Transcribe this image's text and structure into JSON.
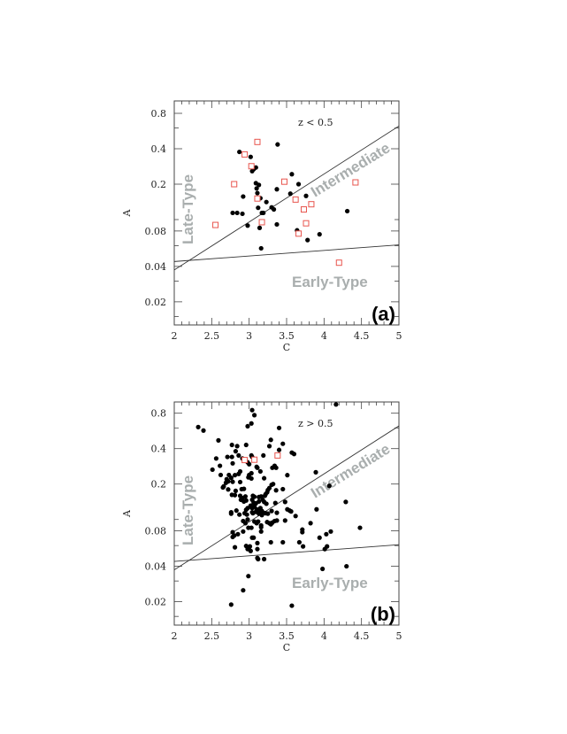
{
  "chart_data": [
    {
      "type": "scatter",
      "panel_label": "(a)",
      "annotation": "z < 0.5",
      "xlabel": "C",
      "ylabel": "A",
      "xlim": [
        2,
        5
      ],
      "ylim_log": [
        0.0125,
        0.95
      ],
      "yscale": "log",
      "xticks": [
        2,
        2.5,
        3,
        3.5,
        4,
        4.5,
        5
      ],
      "xtick_labels": [
        "2",
        "2.5",
        "3",
        "3.5",
        "4",
        "4.5",
        "5"
      ],
      "yticks": [
        0.8,
        0.4,
        0.2,
        0.08,
        0.04,
        0.02
      ],
      "ytick_labels": [
        "0.8",
        "0.4",
        "0.2",
        "0.08",
        "0.04",
        "0.02"
      ],
      "region_labels": [
        "Late-Type",
        "Intermediate",
        "Early-Type"
      ],
      "boundary_lines": [
        {
          "name": "late-intermediate",
          "from": [
            2,
            0.0373
          ],
          "to": [
            5,
            0.624
          ]
        },
        {
          "name": "intermediate-early",
          "from": [
            2,
            0.044
          ],
          "to": [
            5,
            0.061
          ]
        }
      ],
      "series": [
        {
          "name": "filled",
          "marker": "filled-circle",
          "color": "#000000",
          "points": [
            [
              2.87,
              0.376
            ],
            [
              3.02,
              0.341
            ],
            [
              3.38,
              0.435
            ],
            [
              3.04,
              0.258
            ],
            [
              3.06,
              0.268
            ],
            [
              3.09,
              0.277
            ],
            [
              3.09,
              0.204
            ],
            [
              3.13,
              0.197
            ],
            [
              3.1,
              0.184
            ],
            [
              3.37,
              0.181
            ],
            [
              3.57,
              0.243
            ],
            [
              3.66,
              0.2
            ],
            [
              3.55,
              0.166
            ],
            [
              3.76,
              0.159
            ],
            [
              2.92,
              0.157
            ],
            [
              3.11,
              0.168
            ],
            [
              3.15,
              0.152
            ],
            [
              3.23,
              0.141
            ],
            [
              3.3,
              0.127
            ],
            [
              3.33,
              0.122
            ],
            [
              3.12,
              0.126
            ],
            [
              3.17,
              0.114
            ],
            [
              3.19,
              0.114
            ],
            [
              2.78,
              0.114
            ],
            [
              2.84,
              0.114
            ],
            [
              2.91,
              0.112
            ],
            [
              4.31,
              0.118
            ],
            [
              2.98,
              0.089
            ],
            [
              3.14,
              0.085
            ],
            [
              3.37,
              0.091
            ],
            [
              3.64,
              0.081
            ],
            [
              3.94,
              0.075
            ],
            [
              3.78,
              0.067
            ],
            [
              3.16,
              0.057
            ]
          ]
        },
        {
          "name": "open",
          "marker": "open-square",
          "color": "#e8554e",
          "points": [
            [
              3.11,
              0.457
            ],
            [
              2.94,
              0.358
            ],
            [
              3.03,
              0.284
            ],
            [
              2.8,
              0.2
            ],
            [
              3.47,
              0.21
            ],
            [
              4.42,
              0.207
            ],
            [
              3.11,
              0.151
            ],
            [
              3.62,
              0.148
            ],
            [
              3.83,
              0.135
            ],
            [
              3.73,
              0.122
            ],
            [
              2.55,
              0.09
            ],
            [
              3.17,
              0.095
            ],
            [
              3.76,
              0.093
            ],
            [
              3.66,
              0.076
            ],
            [
              4.2,
              0.043
            ]
          ]
        }
      ]
    },
    {
      "type": "scatter",
      "panel_label": "(b)",
      "annotation": "z > 0.5",
      "xlabel": "C",
      "ylabel": "A",
      "xlim": [
        2,
        5
      ],
      "ylim_log": [
        0.0125,
        0.95
      ],
      "yscale": "log",
      "xticks": [
        2,
        2.5,
        3,
        3.5,
        4,
        4.5,
        5
      ],
      "xtick_labels": [
        "2",
        "2.5",
        "3",
        "3.5",
        "4",
        "4.5",
        "5"
      ],
      "yticks": [
        0.8,
        0.4,
        0.2,
        0.08,
        0.04,
        0.02
      ],
      "ytick_labels": [
        "0.8",
        "0.4",
        "0.2",
        "0.08",
        "0.04",
        "0.02"
      ],
      "region_labels": [
        "Late-Type",
        "Intermediate",
        "Early-Type"
      ],
      "boundary_lines": [
        {
          "name": "late-intermediate",
          "from": [
            2,
            0.0373
          ],
          "to": [
            5,
            0.624
          ]
        },
        {
          "name": "intermediate-early",
          "from": [
            2,
            0.044
          ],
          "to": [
            5,
            0.061
          ]
        }
      ],
      "series": [
        {
          "name": "filled",
          "marker": "filled-circle",
          "color": "#000000",
          "points": [
            [
              4.16,
              0.95
            ],
            [
              3.04,
              0.85
            ],
            [
              3.07,
              0.77
            ],
            [
              3.03,
              0.655
            ],
            [
              2.98,
              0.62
            ],
            [
              2.32,
              0.61
            ],
            [
              3.4,
              0.6
            ],
            [
              2.39,
              0.57
            ],
            [
              2.59,
              0.47
            ],
            [
              2.77,
              0.43
            ],
            [
              2.84,
              0.42
            ],
            [
              2.96,
              0.43
            ],
            [
              3.29,
              0.475
            ],
            [
              3.27,
              0.42
            ],
            [
              3.45,
              0.44
            ],
            [
              3.4,
              0.39
            ],
            [
              2.82,
              0.38
            ],
            [
              2.86,
              0.35
            ],
            [
              3.03,
              0.35
            ],
            [
              3.04,
              0.34
            ],
            [
              3.19,
              0.35
            ],
            [
              3.57,
              0.37
            ],
            [
              3.6,
              0.36
            ],
            [
              2.56,
              0.33
            ],
            [
              2.71,
              0.34
            ],
            [
              2.77,
              0.34
            ],
            [
              2.91,
              0.33
            ],
            [
              2.61,
              0.286
            ],
            [
              2.78,
              0.3
            ],
            [
              2.98,
              0.306
            ],
            [
              3.0,
              0.295
            ],
            [
              3.1,
              0.28
            ],
            [
              3.11,
              0.275
            ],
            [
              3.31,
              0.275
            ],
            [
              3.34,
              0.286
            ],
            [
              3.36,
              0.275
            ],
            [
              2.51,
              0.265
            ],
            [
              2.86,
              0.244
            ],
            [
              2.88,
              0.256
            ],
            [
              3.0,
              0.239
            ],
            [
              3.03,
              0.247
            ],
            [
              3.15,
              0.256
            ],
            [
              2.62,
              0.239
            ],
            [
              2.73,
              0.239
            ],
            [
              2.81,
              0.238
            ],
            [
              2.99,
              0.228
            ],
            [
              3.2,
              0.224
            ],
            [
              3.51,
              0.238
            ],
            [
              3.89,
              0.252
            ],
            [
              2.7,
              0.22
            ],
            [
              2.66,
              0.191
            ],
            [
              2.65,
              0.187
            ],
            [
              2.76,
              0.226
            ],
            [
              3.03,
              0.223
            ],
            [
              3.3,
              0.197
            ],
            [
              3.32,
              0.2
            ],
            [
              2.69,
              0.205
            ],
            [
              2.72,
              0.211
            ],
            [
              2.88,
              0.208
            ],
            [
              2.78,
              0.209
            ],
            [
              4.07,
              0.193
            ],
            [
              2.72,
              0.18
            ],
            [
              2.82,
              0.175
            ],
            [
              2.9,
              0.181
            ],
            [
              2.93,
              0.182
            ],
            [
              3.27,
              0.185
            ],
            [
              3.25,
              0.178
            ],
            [
              3.24,
              0.17
            ],
            [
              3.36,
              0.177
            ],
            [
              3.45,
              0.181
            ],
            [
              2.77,
              0.162
            ],
            [
              2.81,
              0.161
            ],
            [
              2.88,
              0.159
            ],
            [
              2.91,
              0.152
            ],
            [
              2.95,
              0.157
            ],
            [
              3.05,
              0.159
            ],
            [
              3.07,
              0.156
            ],
            [
              3.13,
              0.155
            ],
            [
              3.16,
              0.157
            ],
            [
              3.21,
              0.159
            ],
            [
              3.22,
              0.164
            ],
            [
              2.89,
              0.147
            ],
            [
              2.93,
              0.142
            ],
            [
              2.96,
              0.145
            ],
            [
              3.04,
              0.147
            ],
            [
              3.06,
              0.139
            ],
            [
              3.09,
              0.137
            ],
            [
              3.13,
              0.142
            ],
            [
              3.18,
              0.147
            ],
            [
              3.2,
              0.141
            ],
            [
              3.23,
              0.136
            ],
            [
              3.35,
              0.138
            ],
            [
              3.48,
              0.141
            ],
            [
              4.29,
              0.141
            ],
            [
              3.02,
              0.131
            ],
            [
              3.04,
              0.125
            ],
            [
              3.07,
              0.129
            ],
            [
              3.1,
              0.122
            ],
            [
              3.13,
              0.121
            ],
            [
              3.15,
              0.125
            ],
            [
              2.96,
              0.121
            ],
            [
              2.98,
              0.125
            ],
            [
              3.17,
              0.118
            ],
            [
              2.76,
              0.115
            ],
            [
              2.76,
              0.112
            ],
            [
              2.83,
              0.119
            ],
            [
              2.87,
              0.11
            ],
            [
              2.94,
              0.113
            ],
            [
              2.97,
              0.11
            ],
            [
              3.04,
              0.115
            ],
            [
              3.05,
              0.113
            ],
            [
              3.09,
              0.116
            ],
            [
              3.13,
              0.112
            ],
            [
              3.17,
              0.109
            ],
            [
              3.19,
              0.114
            ],
            [
              3.22,
              0.113
            ],
            [
              3.25,
              0.112
            ],
            [
              3.3,
              0.118
            ],
            [
              3.37,
              0.114
            ],
            [
              3.51,
              0.122
            ],
            [
              3.54,
              0.119
            ],
            [
              3.56,
              0.117
            ],
            [
              3.62,
              0.107
            ],
            [
              3.9,
              0.122
            ],
            [
              2.92,
              0.097
            ],
            [
              2.95,
              0.093
            ],
            [
              2.98,
              0.0999
            ],
            [
              3.07,
              0.096
            ],
            [
              3.1,
              0.093
            ],
            [
              3.12,
              0.096
            ],
            [
              3.24,
              0.095
            ],
            [
              3.27,
              0.093
            ],
            [
              3.29,
              0.091
            ],
            [
              3.31,
              0.094
            ],
            [
              3.34,
              0.097
            ],
            [
              3.37,
              0.098
            ],
            [
              3.48,
              0.098
            ],
            [
              3.82,
              0.093
            ],
            [
              2.99,
              0.085
            ],
            [
              3.03,
              0.085
            ],
            [
              3.16,
              0.089
            ],
            [
              3.16,
              0.086
            ],
            [
              3.71,
              0.082
            ],
            [
              3.71,
              0.078
            ],
            [
              4.48,
              0.085
            ],
            [
              4.09,
              0.079
            ],
            [
              4.03,
              0.075
            ],
            [
              3.94,
              0.07
            ],
            [
              2.78,
              0.078
            ],
            [
              2.8,
              0.073
            ],
            [
              2.78,
              0.071
            ],
            [
              2.92,
              0.079
            ],
            [
              2.85,
              0.075
            ],
            [
              3.06,
              0.07
            ],
            [
              3.04,
              0.07
            ],
            [
              3.16,
              0.079
            ],
            [
              3.29,
              0.064
            ],
            [
              3.45,
              0.064
            ],
            [
              3.67,
              0.064
            ],
            [
              2.96,
              0.0595
            ],
            [
              3.01,
              0.059
            ],
            [
              3.0,
              0.058
            ],
            [
              3.11,
              0.063
            ],
            [
              2.81,
              0.058
            ],
            [
              3.72,
              0.059
            ],
            [
              4.04,
              0.059
            ],
            [
              4.01,
              0.056
            ],
            [
              2.98,
              0.056
            ],
            [
              3.02,
              0.054
            ],
            [
              3.11,
              0.056
            ],
            [
              3.11,
              0.047
            ],
            [
              3.12,
              0.046
            ],
            [
              3.2,
              0.046
            ],
            [
              4.3,
              0.04
            ],
            [
              3.98,
              0.038
            ],
            [
              2.99,
              0.033
            ],
            [
              2.92,
              0.025
            ],
            [
              2.76,
              0.0189
            ],
            [
              3.57,
              0.0185
            ]
          ]
        },
        {
          "name": "open",
          "marker": "open-square",
          "color": "#e8554e",
          "points": [
            [
              2.94,
              0.32
            ],
            [
              3.07,
              0.322
            ],
            [
              3.38,
              0.35
            ]
          ]
        }
      ]
    }
  ]
}
